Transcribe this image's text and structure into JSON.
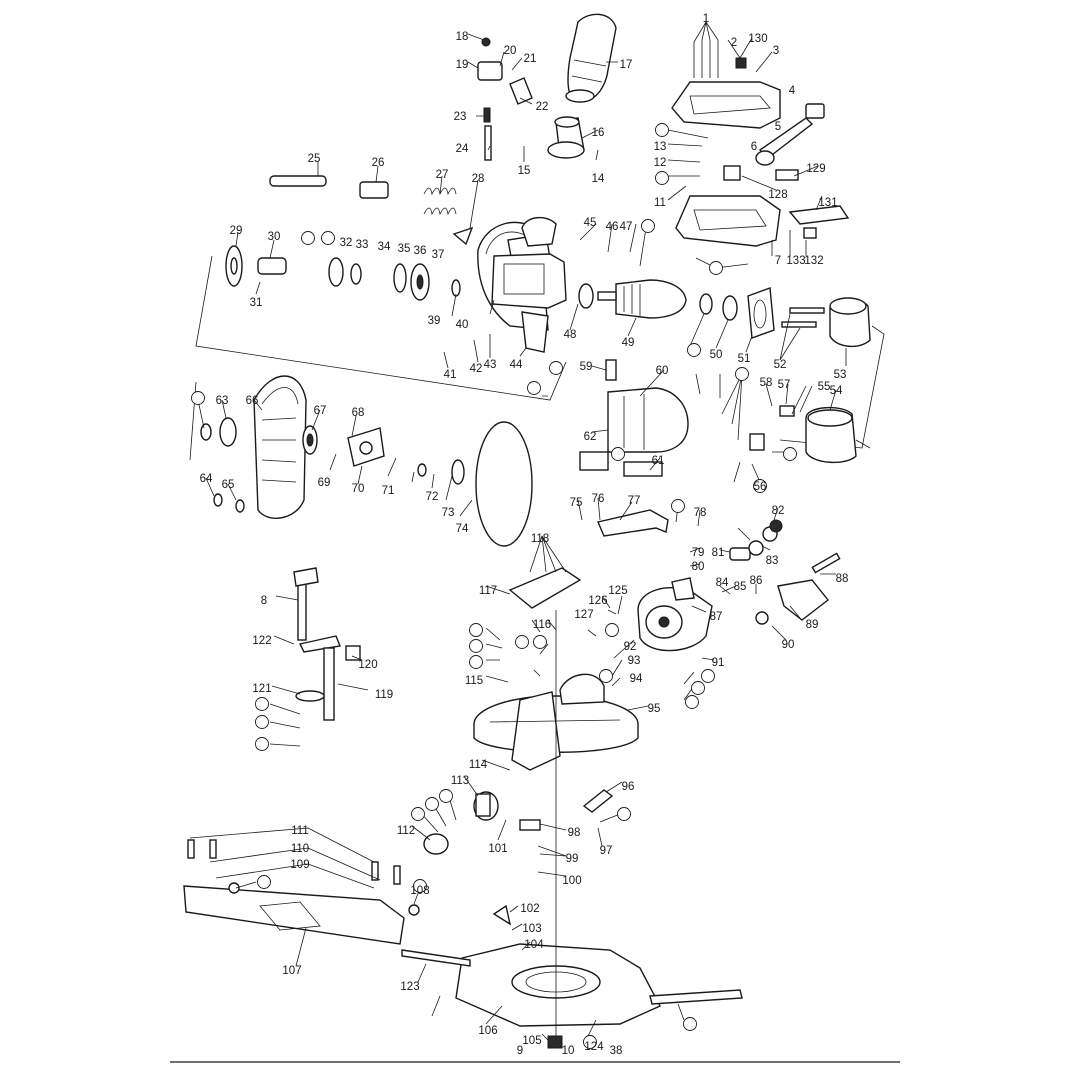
{
  "diagram": {
    "kind": "exploded-parts-view",
    "callouts": [
      "1",
      "2",
      "130",
      "3",
      "18",
      "20",
      "21",
      "19",
      "17",
      "23",
      "22",
      "16",
      "24",
      "15",
      "14",
      "13",
      "12",
      "11",
      "128",
      "129",
      "6",
      "5",
      "4",
      "25",
      "26",
      "27",
      "28",
      "29",
      "30",
      "31",
      "32",
      "33",
      "34",
      "35",
      "36",
      "37",
      "39",
      "40",
      "41",
      "42",
      "43",
      "44",
      "45",
      "46",
      "47",
      "48",
      "49",
      "50",
      "51",
      "52",
      "53",
      "54",
      "55",
      "56",
      "57",
      "58",
      "59",
      "60",
      "61",
      "62",
      "63",
      "64",
      "65",
      "66",
      "67",
      "68",
      "69",
      "70",
      "71",
      "72",
      "73",
      "74",
      "75",
      "76",
      "77",
      "78",
      "79",
      "80",
      "81",
      "82",
      "83",
      "84",
      "85",
      "86",
      "87",
      "88",
      "89",
      "90",
      "91",
      "92",
      "93",
      "94",
      "95",
      "96",
      "97",
      "98",
      "99",
      "100",
      "101",
      "102",
      "103",
      "104",
      "105",
      "106",
      "107",
      "108",
      "109",
      "110",
      "111",
      "112",
      "113",
      "114",
      "115",
      "116",
      "117",
      "118",
      "119",
      "120",
      "121",
      "122",
      "123",
      "124",
      "125",
      "126",
      "127",
      "131",
      "132",
      "133",
      "7",
      "8",
      "9",
      "10",
      "38"
    ]
  }
}
